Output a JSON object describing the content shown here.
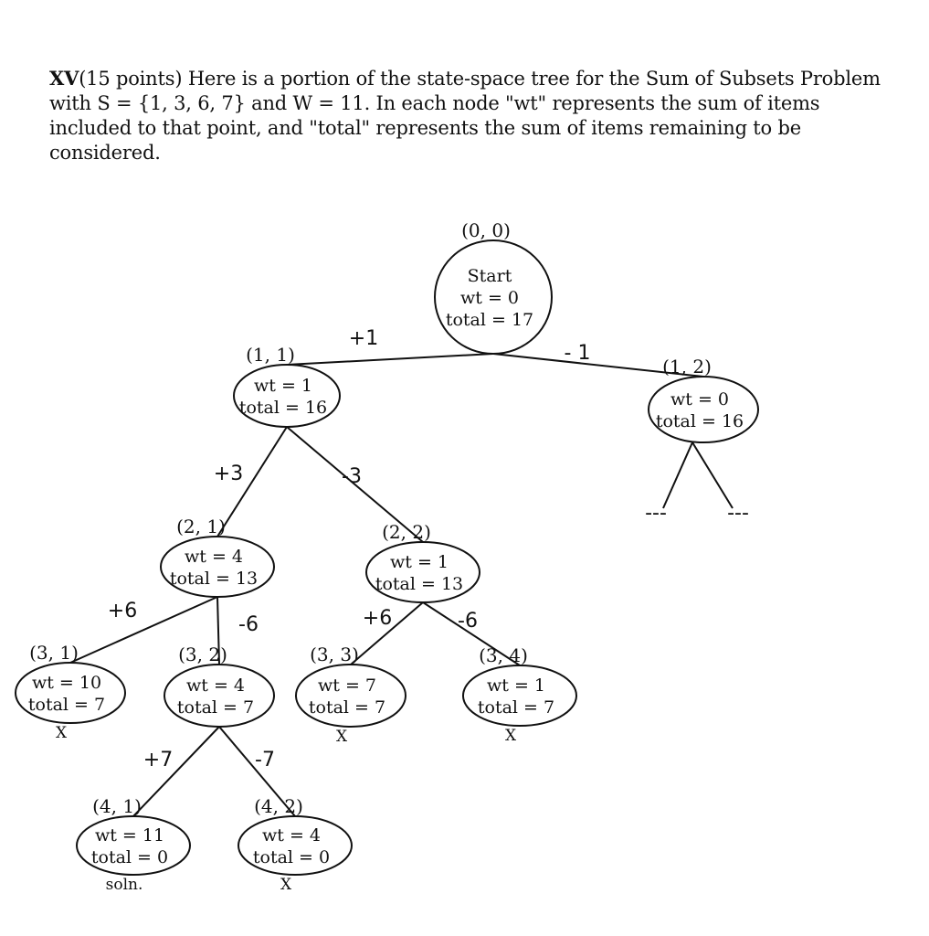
{
  "question": {
    "number": "XV",
    "points": "(15 points)",
    "body": "Here is a portion of the state-space tree for the Sum of Subsets Problem with S = {1, 3, 6, 7} and W = 11. In each node \"wt\" represents the sum of items included to that point, and \"total\" represents the sum of items remaining to be considered."
  },
  "tree": {
    "nodes": [
      {
        "id": "n00",
        "label": "(0, 0)",
        "lines": [
          "Start",
          "wt = 0",
          "total = 17"
        ],
        "mark": ""
      },
      {
        "id": "n11",
        "label": "(1, 1)",
        "lines": [
          "wt = 1",
          "total = 16"
        ],
        "mark": ""
      },
      {
        "id": "n12",
        "label": "(1, 2)",
        "lines": [
          "wt = 0",
          "total = 16"
        ],
        "mark": ""
      },
      {
        "id": "n21",
        "label": "(2, 1)",
        "lines": [
          "wt = 4",
          "total = 13"
        ],
        "mark": ""
      },
      {
        "id": "n22",
        "label": "(2, 2)",
        "lines": [
          "wt = 1",
          "total = 13"
        ],
        "mark": ""
      },
      {
        "id": "n31",
        "label": "(3, 1)",
        "lines": [
          "wt = 10",
          "total = 7"
        ],
        "mark": "X"
      },
      {
        "id": "n32",
        "label": "(3, 2)",
        "lines": [
          "wt = 4",
          "total = 7"
        ],
        "mark": ""
      },
      {
        "id": "n33",
        "label": "(3, 3)",
        "lines": [
          "wt = 7",
          "total = 7"
        ],
        "mark": "X"
      },
      {
        "id": "n34",
        "label": "(3, 4)",
        "lines": [
          "wt = 1",
          "total = 7"
        ],
        "mark": "X"
      },
      {
        "id": "n41",
        "label": "(4, 1)",
        "lines": [
          "wt = 11",
          "total = 0"
        ],
        "mark": "soln."
      },
      {
        "id": "n42",
        "label": "(4, 2)",
        "lines": [
          "wt = 4",
          "total = 0"
        ],
        "mark": "X"
      }
    ],
    "edges": [
      {
        "from": "n00",
        "to": "n11",
        "label": "+1"
      },
      {
        "from": "n00",
        "to": "n12",
        "label": "- 1"
      },
      {
        "from": "n11",
        "to": "n21",
        "label": "+3"
      },
      {
        "from": "n11",
        "to": "n22",
        "label": "-3"
      },
      {
        "from": "n21",
        "to": "n31",
        "label": "+6"
      },
      {
        "from": "n21",
        "to": "n32",
        "label": "-6"
      },
      {
        "from": "n22",
        "to": "n33",
        "label": "+6"
      },
      {
        "from": "n22",
        "to": "n34",
        "label": "-6"
      },
      {
        "from": "n32",
        "to": "n41",
        "label": "+7"
      },
      {
        "from": "n32",
        "to": "n42",
        "label": "-7"
      }
    ],
    "stubs": {
      "from": "n12",
      "left": "---",
      "right": "---"
    }
  }
}
